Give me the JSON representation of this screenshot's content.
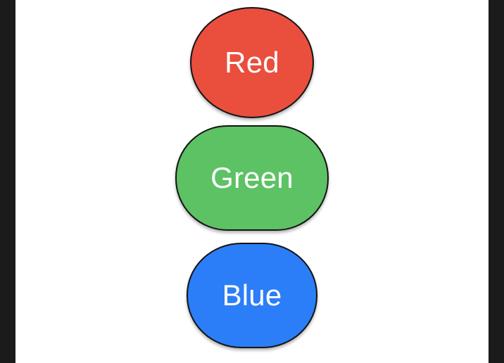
{
  "canvas": {
    "background_color": "#ffffff",
    "letterbox_color": "#1b1b1b"
  },
  "shapes": [
    {
      "id": "red",
      "label": "Red",
      "shape_kind": "circle",
      "fill_color": "#EA4E3D",
      "border_color": "#141414",
      "text_color": "#ffffff"
    },
    {
      "id": "green",
      "label": "Green",
      "shape_kind": "rounded-rectangle",
      "fill_color": "#5CC264",
      "border_color": "#141414",
      "text_color": "#ffffff"
    },
    {
      "id": "blue",
      "label": "Blue",
      "shape_kind": "rounded-rectangle",
      "fill_color": "#2B7EF7",
      "border_color": "#141414",
      "text_color": "#ffffff"
    }
  ]
}
